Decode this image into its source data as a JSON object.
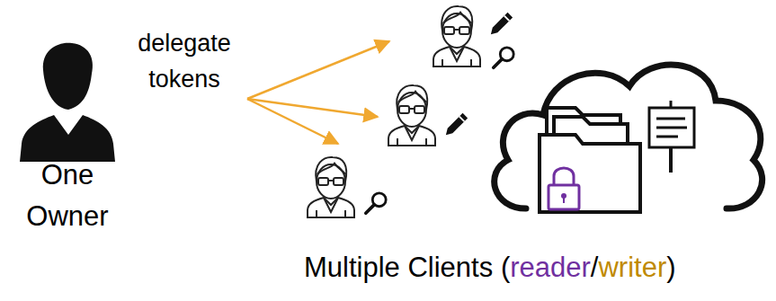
{
  "diagram": {
    "labels": [
      "One Owner",
      "delegate tokens",
      "Multiple Clients",
      "(",
      "reader",
      "/",
      "writer",
      ")"
    ]
  }
}
